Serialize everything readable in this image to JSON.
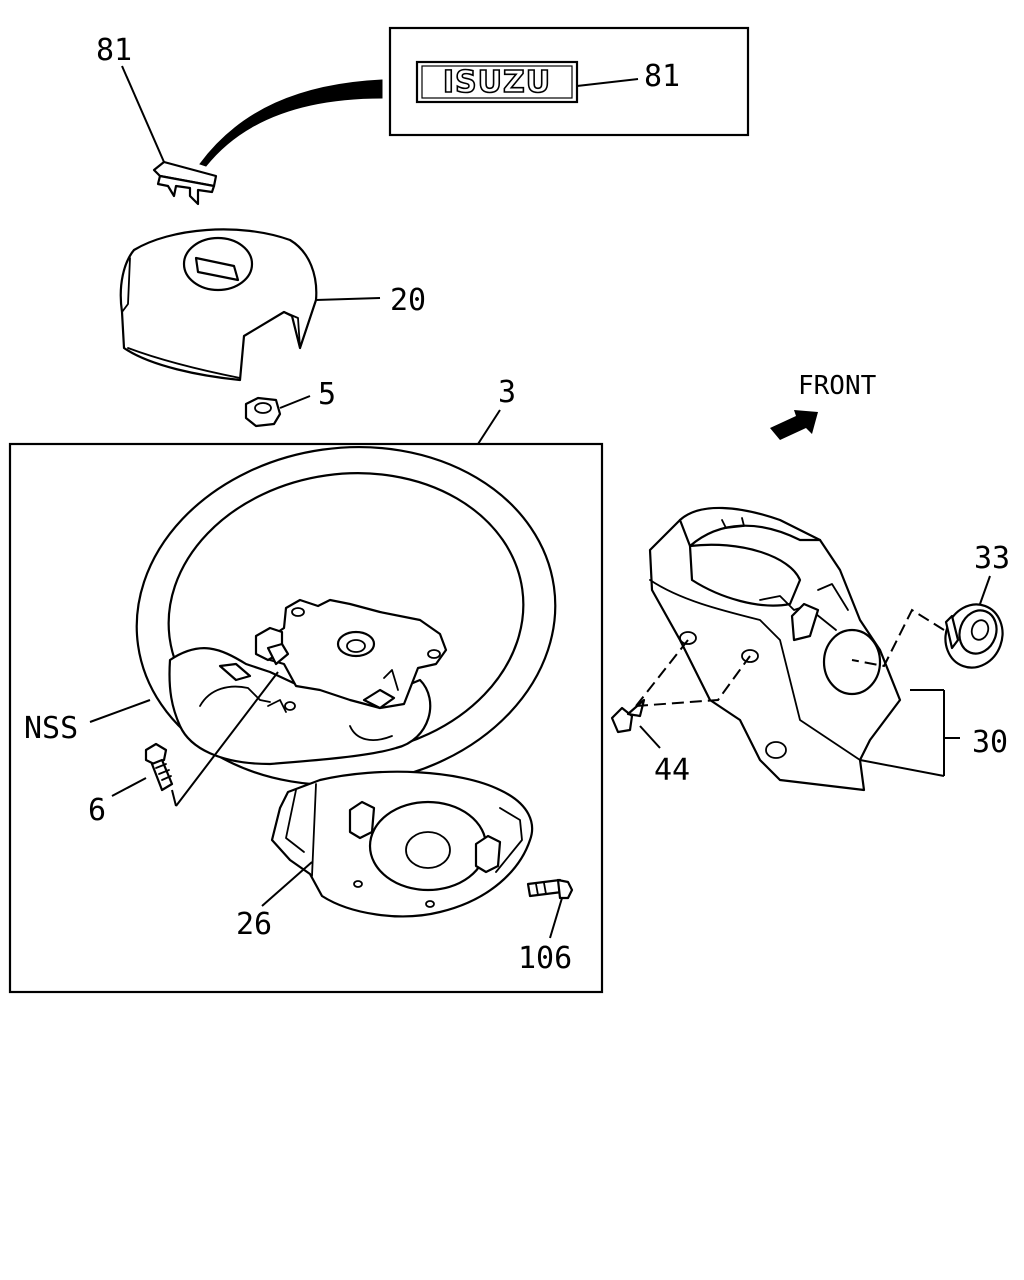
{
  "brand": {
    "badge_text": "ISUZU"
  },
  "direction": {
    "label": "FRONT"
  },
  "callouts": {
    "emblem_clip": "81",
    "emblem_badge": "81",
    "horn_pad_cover": "20",
    "nut": "5",
    "steering_wheel_assembly": "3",
    "nss": "NSS",
    "bolt_6": "6",
    "rear_cover": "26",
    "bolt_106": "106",
    "screw_44": "44",
    "column_cover": "30",
    "grommet_33": "33"
  }
}
